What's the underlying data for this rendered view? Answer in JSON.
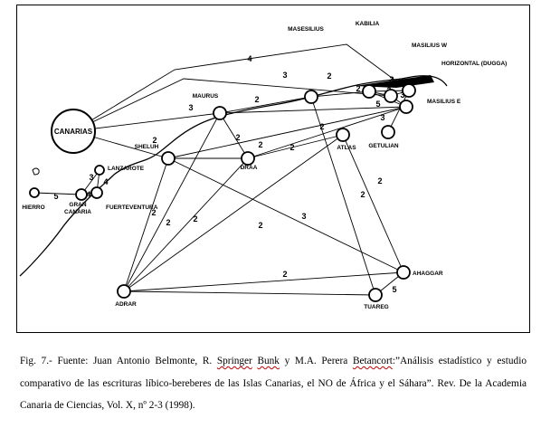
{
  "figure": {
    "nodes": [
      {
        "id": "canarias",
        "label": "CANARIAS"
      },
      {
        "id": "maurus",
        "label": "MAURUS"
      },
      {
        "id": "masesilius",
        "label": "MASESILIUS"
      },
      {
        "id": "kabilia",
        "label": "KABILIA"
      },
      {
        "id": "masilius_w",
        "label": "MASILIUS W"
      },
      {
        "id": "horizontal",
        "label": "HORIZONTAL (DUGGA)"
      },
      {
        "id": "masilius_e",
        "label": "MASILIUS E"
      },
      {
        "id": "getulian",
        "label": "GETULIAN"
      },
      {
        "id": "sheluh",
        "label": "SHELUH"
      },
      {
        "id": "draa",
        "label": "DRAA"
      },
      {
        "id": "atlas",
        "label": "ATLAS"
      },
      {
        "id": "lanzarote",
        "label": "LANZAROTE"
      },
      {
        "id": "fuerteventura",
        "label": "FUERTEVENTURA"
      },
      {
        "id": "gran_canaria",
        "label": "GRAN\nCANARIA"
      },
      {
        "id": "hierro",
        "label": "HIERRO"
      },
      {
        "id": "ahaggar",
        "label": "AHAGGAR"
      },
      {
        "id": "tuareg",
        "label": "TUAREG"
      },
      {
        "id": "adrar",
        "label": "ADRAR"
      }
    ],
    "edges": [
      {
        "from": "canarias",
        "to": "horizontal",
        "weight": "4"
      },
      {
        "from": "canarias",
        "to": "masilius_w",
        "weight": "3"
      },
      {
        "from": "canarias",
        "to": "maurus",
        "weight": "3"
      },
      {
        "from": "canarias",
        "to": "sheluh",
        "weight": "2"
      },
      {
        "from": "maurus",
        "to": "masesilius",
        "weight": "2"
      },
      {
        "from": "maurus",
        "to": "draa",
        "weight": "2"
      },
      {
        "from": "maurus",
        "to": "adrar",
        "weight": "2"
      },
      {
        "from": "maurus",
        "to": "masilius_e",
        "weight": ""
      },
      {
        "from": "masesilius",
        "to": "kabilia",
        "weight": "2"
      },
      {
        "from": "masesilius",
        "to": "tuareg",
        "weight": "2"
      },
      {
        "from": "kabilia",
        "to": "masilius_w",
        "weight": "2"
      },
      {
        "from": "kabilia",
        "to": "horizontal",
        "weight": "3"
      },
      {
        "from": "kabilia",
        "to": "masilius_e",
        "weight": "3"
      },
      {
        "from": "masilius_w",
        "to": "horizontal",
        "weight": "5"
      },
      {
        "from": "horizontal",
        "to": "getulian",
        "weight": "3"
      },
      {
        "from": "masilius_w",
        "to": "masilius_e",
        "weight": "3"
      },
      {
        "from": "masilius_e",
        "to": "draa",
        "weight": "2"
      },
      {
        "from": "masilius_e",
        "to": "sheluh",
        "weight": "2"
      },
      {
        "from": "sheluh",
        "to": "draa",
        "weight": ""
      },
      {
        "from": "draa",
        "to": "atlas",
        "weight": "2"
      },
      {
        "from": "draa",
        "to": "adrar",
        "weight": "2"
      },
      {
        "from": "sheluh",
        "to": "adrar",
        "weight": "2"
      },
      {
        "from": "sheluh",
        "to": "ahaggar",
        "weight": "3"
      },
      {
        "from": "atlas",
        "to": "ahaggar",
        "weight": "2"
      },
      {
        "from": "atlas",
        "to": "adrar",
        "weight": "2"
      },
      {
        "from": "adrar",
        "to": "ahaggar",
        "weight": "2"
      },
      {
        "from": "adrar",
        "to": "tuareg",
        "weight": ""
      },
      {
        "from": "ahaggar",
        "to": "tuareg",
        "weight": "5"
      },
      {
        "from": "lanzarote",
        "to": "gran_canaria",
        "weight": "3"
      },
      {
        "from": "fuerteventura",
        "to": "gran_canaria",
        "weight": "4"
      },
      {
        "from": "hierro",
        "to": "gran_canaria",
        "weight": "5"
      },
      {
        "from": "lanzarote",
        "to": "fuerteventura",
        "weight": "4"
      }
    ]
  },
  "caption": {
    "line1_a": "Fig. 7.- Fuente: Juan Antonio Belmonte, R. ",
    "line1_b": "Springer",
    "line1_c": " ",
    "line1_d": "Bunk",
    "line1_e": " y M.A. Perera ",
    "line1_f": "Betancort",
    "line1_g": ":”Análisis estadístico y estudio comparativo de las escrituras líbico-bereberes de las Islas Canarias, el NO de África y el Sáhara”. Rev. De la Academia Canaria de Ciencias, Vol. X, nº 2-3 (1998)."
  }
}
